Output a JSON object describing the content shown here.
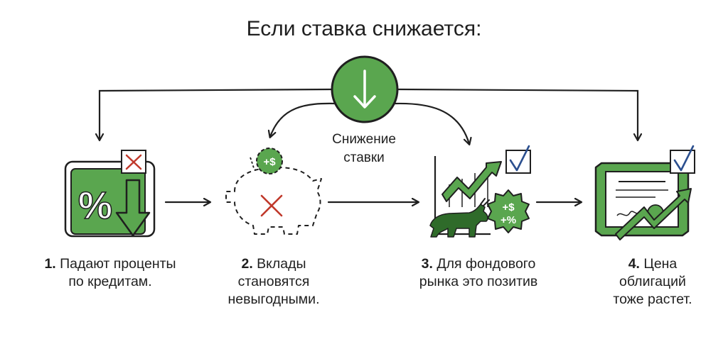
{
  "title": "Если ставка снижается:",
  "center": {
    "label_line1": "Снижение",
    "label_line2": "ставки",
    "icon": "down-arrow-icon"
  },
  "steps": [
    {
      "num": "1.",
      "line1": "Падают проценты",
      "line2": "по кредитам.",
      "line3": "",
      "icon": "percent-down-icon",
      "mark": "cross"
    },
    {
      "num": "2.",
      "line1": "Вклады",
      "line2": "становятся",
      "line3": "невыгодными.",
      "icon": "piggy-bank-icon",
      "mark": "cross"
    },
    {
      "num": "3.",
      "line1": "Для фондового",
      "line2": "рынка это позитив",
      "line3": "",
      "icon": "stock-growth-bull-icon",
      "mark": "check"
    },
    {
      "num": "4.",
      "line1": "Цена",
      "line2": "облигаций",
      "line3": "тоже растет.",
      "icon": "bond-certificate-icon",
      "mark": "check"
    }
  ],
  "badges": {
    "piggy_coin": "+$",
    "stock_badge_line1": "+$",
    "stock_badge_line2": "+%",
    "percent_symbol": "%"
  },
  "colors": {
    "green": "#5aa64f",
    "dark_green": "#2f6b2a",
    "red": "#c0392b",
    "blue": "#2b4f8f",
    "ink": "#1f1f1f"
  }
}
